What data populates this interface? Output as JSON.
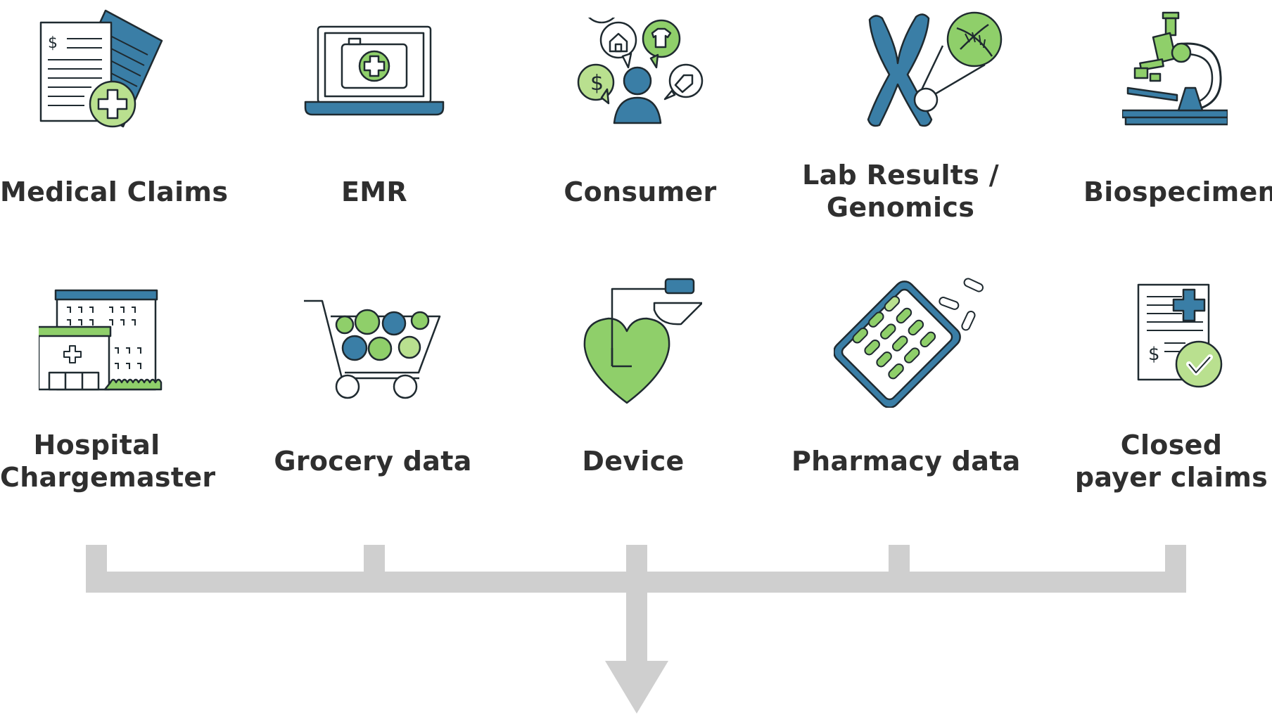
{
  "colors": {
    "blue": "#3a7ea6",
    "green": "#8fcf6a",
    "light_green": "#b9e08f",
    "dark": "#1f2a30",
    "connector": "#cfcfcf"
  },
  "row1": [
    {
      "id": "medical-claims",
      "lines": [
        "Medical Claims"
      ],
      "icon": "medical-claims-icon"
    },
    {
      "id": "emr",
      "lines": [
        "EMR"
      ],
      "icon": "laptop-medical-icon"
    },
    {
      "id": "consumer",
      "lines": [
        "Consumer"
      ],
      "icon": "consumer-icon"
    },
    {
      "id": "lab-results",
      "lines": [
        "Lab Results /",
        "Genomics"
      ],
      "icon": "chromosome-dna-icon"
    },
    {
      "id": "biospecimens",
      "lines": [
        "Biospecimens"
      ],
      "icon": "microscope-icon"
    }
  ],
  "row2": [
    {
      "id": "hospital-chargemaster",
      "lines": [
        "Hospital",
        "Chargemaster"
      ],
      "icon": "hospital-icon"
    },
    {
      "id": "grocery-data",
      "lines": [
        "Grocery data"
      ],
      "icon": "shopping-cart-icon"
    },
    {
      "id": "device",
      "lines": [
        "Device"
      ],
      "icon": "heart-device-icon"
    },
    {
      "id": "pharmacy-data",
      "lines": [
        "Pharmacy data"
      ],
      "icon": "pill-pack-icon"
    },
    {
      "id": "closed-payer-claims",
      "lines": [
        "Closed",
        "payer claims"
      ],
      "icon": "approved-claim-icon"
    }
  ]
}
